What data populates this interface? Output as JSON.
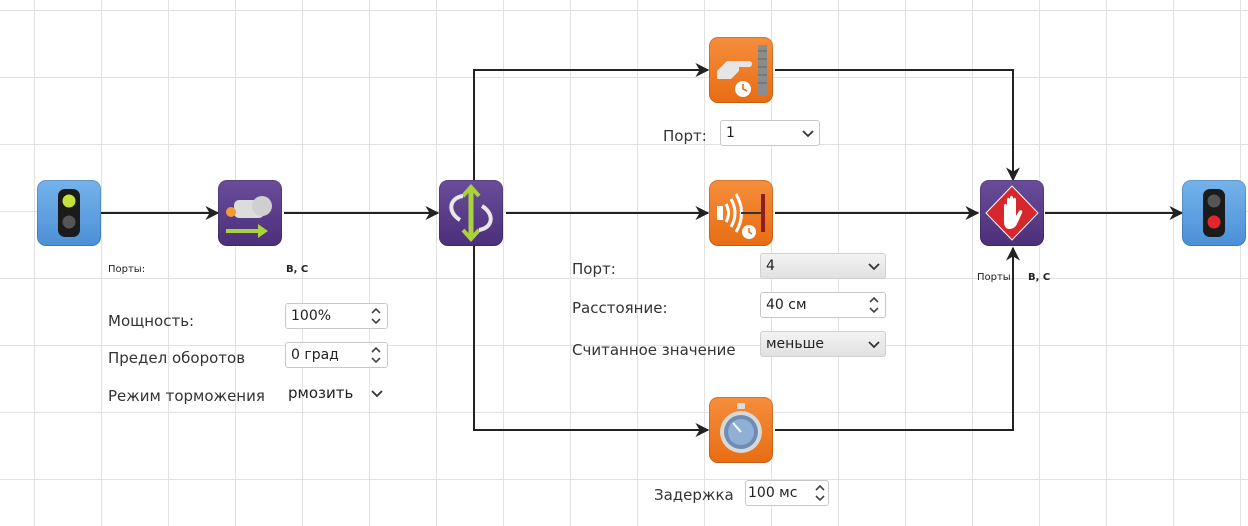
{
  "motor": {
    "ports_label": "Порты:",
    "ports_value": "B, C",
    "power_label": "Мощность:",
    "power_value": "100%",
    "rotation_label": "Предел оборотов",
    "rotation_value": "0 град",
    "brake_label": "Режим торможения",
    "brake_value": "рмозить"
  },
  "touch": {
    "port_label": "Порт:",
    "port_value": "1"
  },
  "ultrasonic": {
    "port_label": "Порт:",
    "port_value": "4",
    "distance_label": "Расстояние:",
    "distance_value": "40 см",
    "reading_label": "Считанное значение",
    "reading_value": "меньше"
  },
  "timer": {
    "delay_label": "Задержка",
    "delay_value": "100 мс"
  },
  "stop": {
    "ports_label": "Порты:",
    "ports_value": "B, C"
  },
  "colors": {
    "purple_block": "#5a3d8a",
    "orange_block": "#f07c22",
    "blue_block": "#5ba3e8",
    "wire": "#222222"
  },
  "icons": [
    "start-traffic-light-icon",
    "motor-icon",
    "parallel-fork-icon",
    "touch-sensor-icon",
    "ultrasonic-sensor-icon",
    "timer-icon",
    "stop-motors-icon",
    "end-traffic-light-icon"
  ]
}
